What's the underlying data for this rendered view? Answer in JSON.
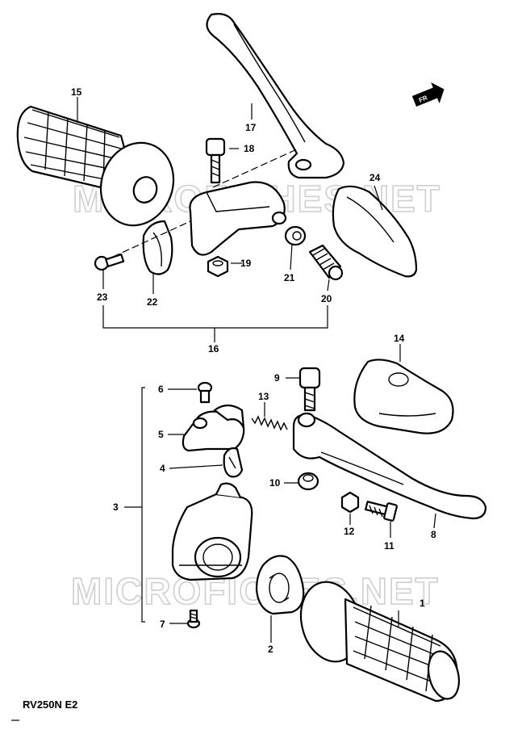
{
  "diagram": {
    "model_label": "RV250N E2",
    "watermark": "MICROFICHES.NET",
    "direction_tag": "FR",
    "callouts": [
      "1",
      "2",
      "3",
      "4",
      "5",
      "6",
      "7",
      "8",
      "9",
      "10",
      "11",
      "12",
      "13",
      "14",
      "15",
      "16",
      "17",
      "18",
      "19",
      "20",
      "21",
      "22",
      "23",
      "24"
    ]
  }
}
